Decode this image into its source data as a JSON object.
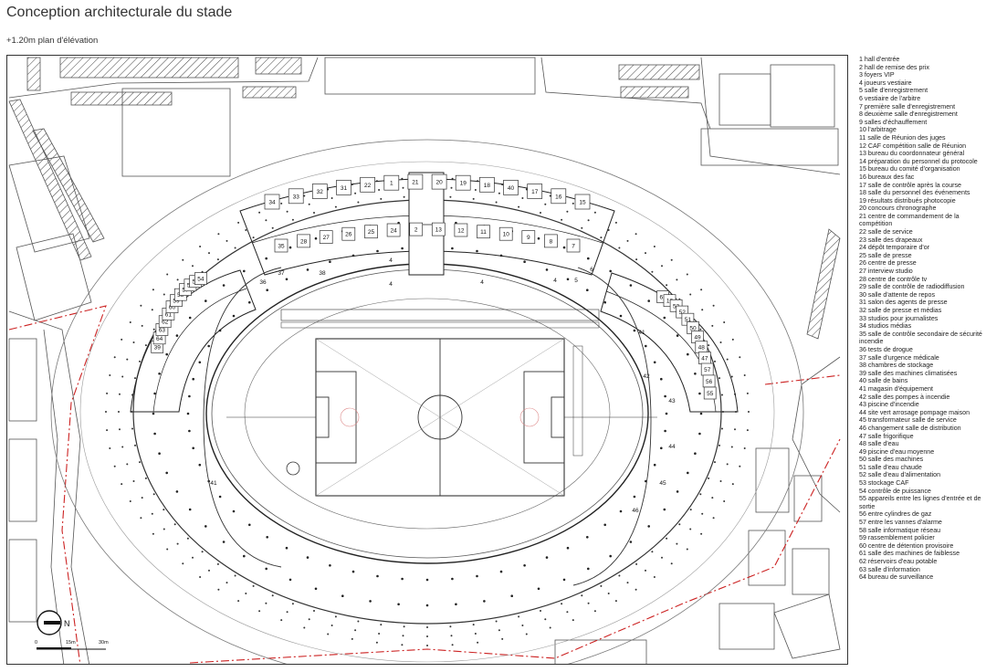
{
  "title": "Conception architecturale du stade",
  "subtitle": "+1.20m plan d'élévation",
  "north_label": "N",
  "scale_labels": [
    "0",
    "15m",
    "30m"
  ],
  "legend": [
    "1 hall d'entrée",
    "2 hall de remise des prix",
    "3 foyers VIP",
    "4 joueurs vestiaire",
    "5 salle d'enregistrement",
    "6 vestiaire de l'arbitre",
    "7 première salle d'enregistrement",
    "8 deuxième salle d'enregistrement",
    "9 salles d'échauffement",
    "10 l'arbitrage",
    "11 salle de Réunion des juges",
    "12 CAF compétition salle de Réunion",
    "13 bureau du coordonnateur général",
    "14 préparation du personnel du protocole",
    "15 bureau du comité d'organisation",
    "16 bureaux des fac",
    "17 salle de contrôle après la course",
    "18 salle du personnel des événements",
    "19 résultats distribués photocopie",
    "20 concours chronographe",
    "21 centre de commandement de la compétition",
    "22 salle de service",
    "23 salle des drapeaux",
    "24 dépôt temporaire d'or",
    "25 salle de presse",
    "26 centre de presse",
    "27 interview studio",
    "28 centre de contrôle tv",
    "29 salle de contrôle de radiodiffusion",
    "30 salle d'attente de repos",
    "31 salon des agents de presse",
    "32 salle de presse et médias",
    "33 studios pour journalistes",
    "34 studios médias",
    "35 salle de contrôle secondaire de sécurité incendie",
    "36 tests de drogue",
    "37 salle d'urgence médicale",
    "38 chambres de stockage",
    "39 salle des machines climatisées",
    "40 salle de bains",
    "41 magasin d'équipement",
    "42 salle des pompes à incendie",
    "43 piscine d'incendie",
    "44 site vert arrosage pompage maison",
    "45 transformateur salle de service",
    "46 changement salle de distribution",
    "47 salle frigorifique",
    "48 salle d'eau",
    "49 piscine d'eau moyenne",
    "50 salle des machines",
    "51 salle d'eau chaude",
    "52 salle d'eau d'alimentation",
    "53 stockage CAF",
    "54 contrôle de puissance",
    "55 appareils entre les lignes d'entrée et de sortie",
    "56 entre cylindres de gaz",
    "57 entre les vannes d'alarme",
    "58 salle informatique réseau",
    "59 rassemblement policier",
    "60 centre de détention provisoire",
    "61 salle des machines de faiblesse",
    "62 réservoirs d'eau potable",
    "63 salle d'information",
    "64 bureau de surveillance"
  ],
  "north_rooms": [
    "34",
    "33",
    "32",
    "31",
    "22",
    "1",
    "21",
    "20",
    "19",
    "18",
    "40",
    "17",
    "16",
    "15"
  ],
  "north_rooms_inner": [
    "35",
    "28",
    "27",
    "26",
    "25",
    "24",
    "2",
    "13",
    "12",
    "11",
    "10",
    "9",
    "8",
    "7"
  ],
  "west_rooms": [
    "39",
    "64",
    "63",
    "62",
    "61",
    "60",
    "59",
    "58",
    "57",
    "56",
    "55",
    "54"
  ],
  "east_rooms": [
    "61",
    "16",
    "53",
    "52",
    "51",
    "50",
    "49",
    "48",
    "47",
    "57",
    "56",
    "55"
  ],
  "bowl_labels": [
    "41",
    "44",
    "45",
    "46",
    "43",
    "42",
    "41",
    "37",
    "36",
    "38",
    "4",
    "4",
    "4",
    "4",
    "5",
    "6"
  ]
}
